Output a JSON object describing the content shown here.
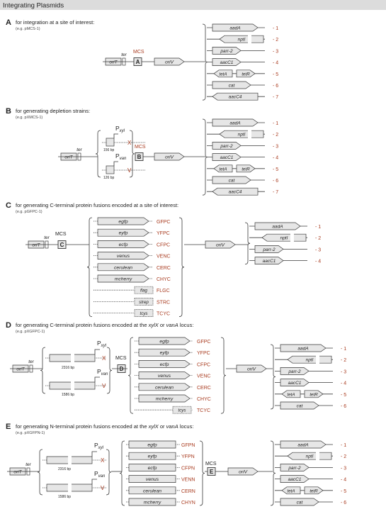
{
  "page_title": "Integrating Plasmids",
  "sections": [
    {
      "letter": "A",
      "heading": "for integration at a site of interest:",
      "example": "(e.g. pMCS-1)",
      "ori_t": "oriT",
      "ter": "ter",
      "mcs": "MCS",
      "ori_v": "oriV",
      "markers": [
        {
          "name": "aadA",
          "num": "- 1"
        },
        {
          "name": "nptI",
          "num": "- 2"
        },
        {
          "name": "parr-2",
          "num": "- 3"
        },
        {
          "name": "aacC1",
          "num": "- 4"
        },
        {
          "names": [
            "tetA",
            "tetR"
          ],
          "num": "- 5"
        },
        {
          "name": "cat",
          "num": "- 6"
        },
        {
          "name": "aacC4",
          "num": "- 7"
        }
      ]
    },
    {
      "letter": "B",
      "heading": "for generating depletion strains:",
      "example": "(e.g. pXMCS-1)",
      "ori_t": "oriT",
      "ter": "ter",
      "mcs": "MCS",
      "ori_v": "oriV",
      "promoters": [
        {
          "label": "P",
          "sub": "xyl",
          "size": "156 bp",
          "end": "X"
        },
        {
          "label": "P",
          "sub": "van",
          "size": "126 bp",
          "end": "V"
        }
      ],
      "markers": [
        {
          "name": "aadA",
          "num": "- 1"
        },
        {
          "name": "nptI",
          "num": "- 2"
        },
        {
          "name": "parr-2",
          "num": "- 3"
        },
        {
          "name": "aacC1",
          "num": "- 4"
        },
        {
          "names": [
            "tetA",
            "tetR"
          ],
          "num": "- 5"
        },
        {
          "name": "cat",
          "num": "- 6"
        },
        {
          "name": "aacC4",
          "num": "- 7"
        }
      ]
    },
    {
      "letter": "C",
      "heading": "for generating C-terminal protein fusions encoded at a site of interest:",
      "example": "(e.g. pGFPC-1)",
      "ori_t": "oriT",
      "ter": "ter",
      "mcs": "MCS",
      "ori_v": "oriV",
      "fusions": [
        {
          "gene": "egfp",
          "code": "GFPC"
        },
        {
          "gene": "eyfp",
          "code": "YFPC"
        },
        {
          "gene": "ecfp",
          "code": "CFPC"
        },
        {
          "gene": "venus",
          "code": "VENC"
        },
        {
          "gene": "cerulean",
          "code": "CERC"
        },
        {
          "gene": "mcherry",
          "code": "CHYC"
        },
        {
          "gene": "flag",
          "code": "FLGC"
        },
        {
          "gene": "strep",
          "code": "STRC"
        },
        {
          "gene": "tcys",
          "code": "TCYC"
        }
      ],
      "markers": [
        {
          "name": "aadA",
          "num": "- 1"
        },
        {
          "name": "nptI",
          "num": "- 2"
        },
        {
          "name": "parr-2",
          "num": "- 3"
        },
        {
          "name": "aacC1",
          "num": "- 4"
        }
      ]
    },
    {
      "letter": "D",
      "heading_pre": "for generating C-terminal protein fusions encoded at the ",
      "heading_i1": "xylX",
      "heading_mid": " or ",
      "heading_i2": "vanA",
      "heading_post": " locus:",
      "example": "(e.g. pXGFPC-1)",
      "ori_t": "oriT",
      "ter": "ter",
      "mcs": "MCS",
      "ori_v": "oriV",
      "promoters": [
        {
          "label": "P",
          "sub": "xyl",
          "size": "2316 bp",
          "end": "X"
        },
        {
          "label": "P",
          "sub": "van",
          "size": "1586 bp",
          "end": "V"
        }
      ],
      "fusions": [
        {
          "gene": "egfp",
          "code": "GFPC"
        },
        {
          "gene": "eyfp",
          "code": "YFPC"
        },
        {
          "gene": "ecfp",
          "code": "CFPC"
        },
        {
          "gene": "venus",
          "code": "VENC"
        },
        {
          "gene": "cerulean",
          "code": "CERC"
        },
        {
          "gene": "mcherry",
          "code": "CHYC"
        },
        {
          "gene": "tcys",
          "code": "TCYC"
        }
      ],
      "markers": [
        {
          "name": "aadA",
          "num": "- 1"
        },
        {
          "name": "nptI",
          "num": "- 2"
        },
        {
          "name": "parr-2",
          "num": "- 3"
        },
        {
          "name": "aacC1",
          "num": "- 4"
        },
        {
          "names": [
            "tetA",
            "tetR"
          ],
          "num": "- 5"
        },
        {
          "name": "cat",
          "num": "- 6"
        }
      ]
    },
    {
      "letter": "E",
      "heading_pre": "for generating N-terminal protein fusions encoded at the ",
      "heading_i1": "xylX",
      "heading_mid": " or ",
      "heading_i2": "vanA",
      "heading_post": " locus:",
      "example": "(e.g. pXGFPN-1)",
      "ori_t": "oriT",
      "ter": "ter",
      "mcs": "MCS",
      "ori_v": "oriV",
      "promoters": [
        {
          "label": "P",
          "sub": "xyl",
          "size": "2316 bp",
          "end": "X"
        },
        {
          "label": "P",
          "sub": "van",
          "size": "1586 bp",
          "end": "V"
        }
      ],
      "fusions": [
        {
          "gene": "egfp",
          "code": "GFPN"
        },
        {
          "gene": "eyfp",
          "code": "YFPN"
        },
        {
          "gene": "ecfp",
          "code": "CFPN"
        },
        {
          "gene": "venus",
          "code": "VENN"
        },
        {
          "gene": "cerulean",
          "code": "CERN"
        },
        {
          "gene": "mcherry",
          "code": "CHYN"
        }
      ],
      "markers": [
        {
          "name": "aadA",
          "num": "- 1"
        },
        {
          "name": "nptI",
          "num": "- 2"
        },
        {
          "name": "parr-2",
          "num": "- 3"
        },
        {
          "name": "aacC1",
          "num": "- 4"
        },
        {
          "names": [
            "tetA",
            "tetR"
          ],
          "num": "- 5"
        },
        {
          "name": "cat",
          "num": "- 6"
        }
      ]
    }
  ],
  "colors": {
    "banner": "#dcdcdc",
    "feature_fill": "#e6e6e6",
    "line": "#3a3a3a",
    "accent_red": "#a83a1e"
  }
}
